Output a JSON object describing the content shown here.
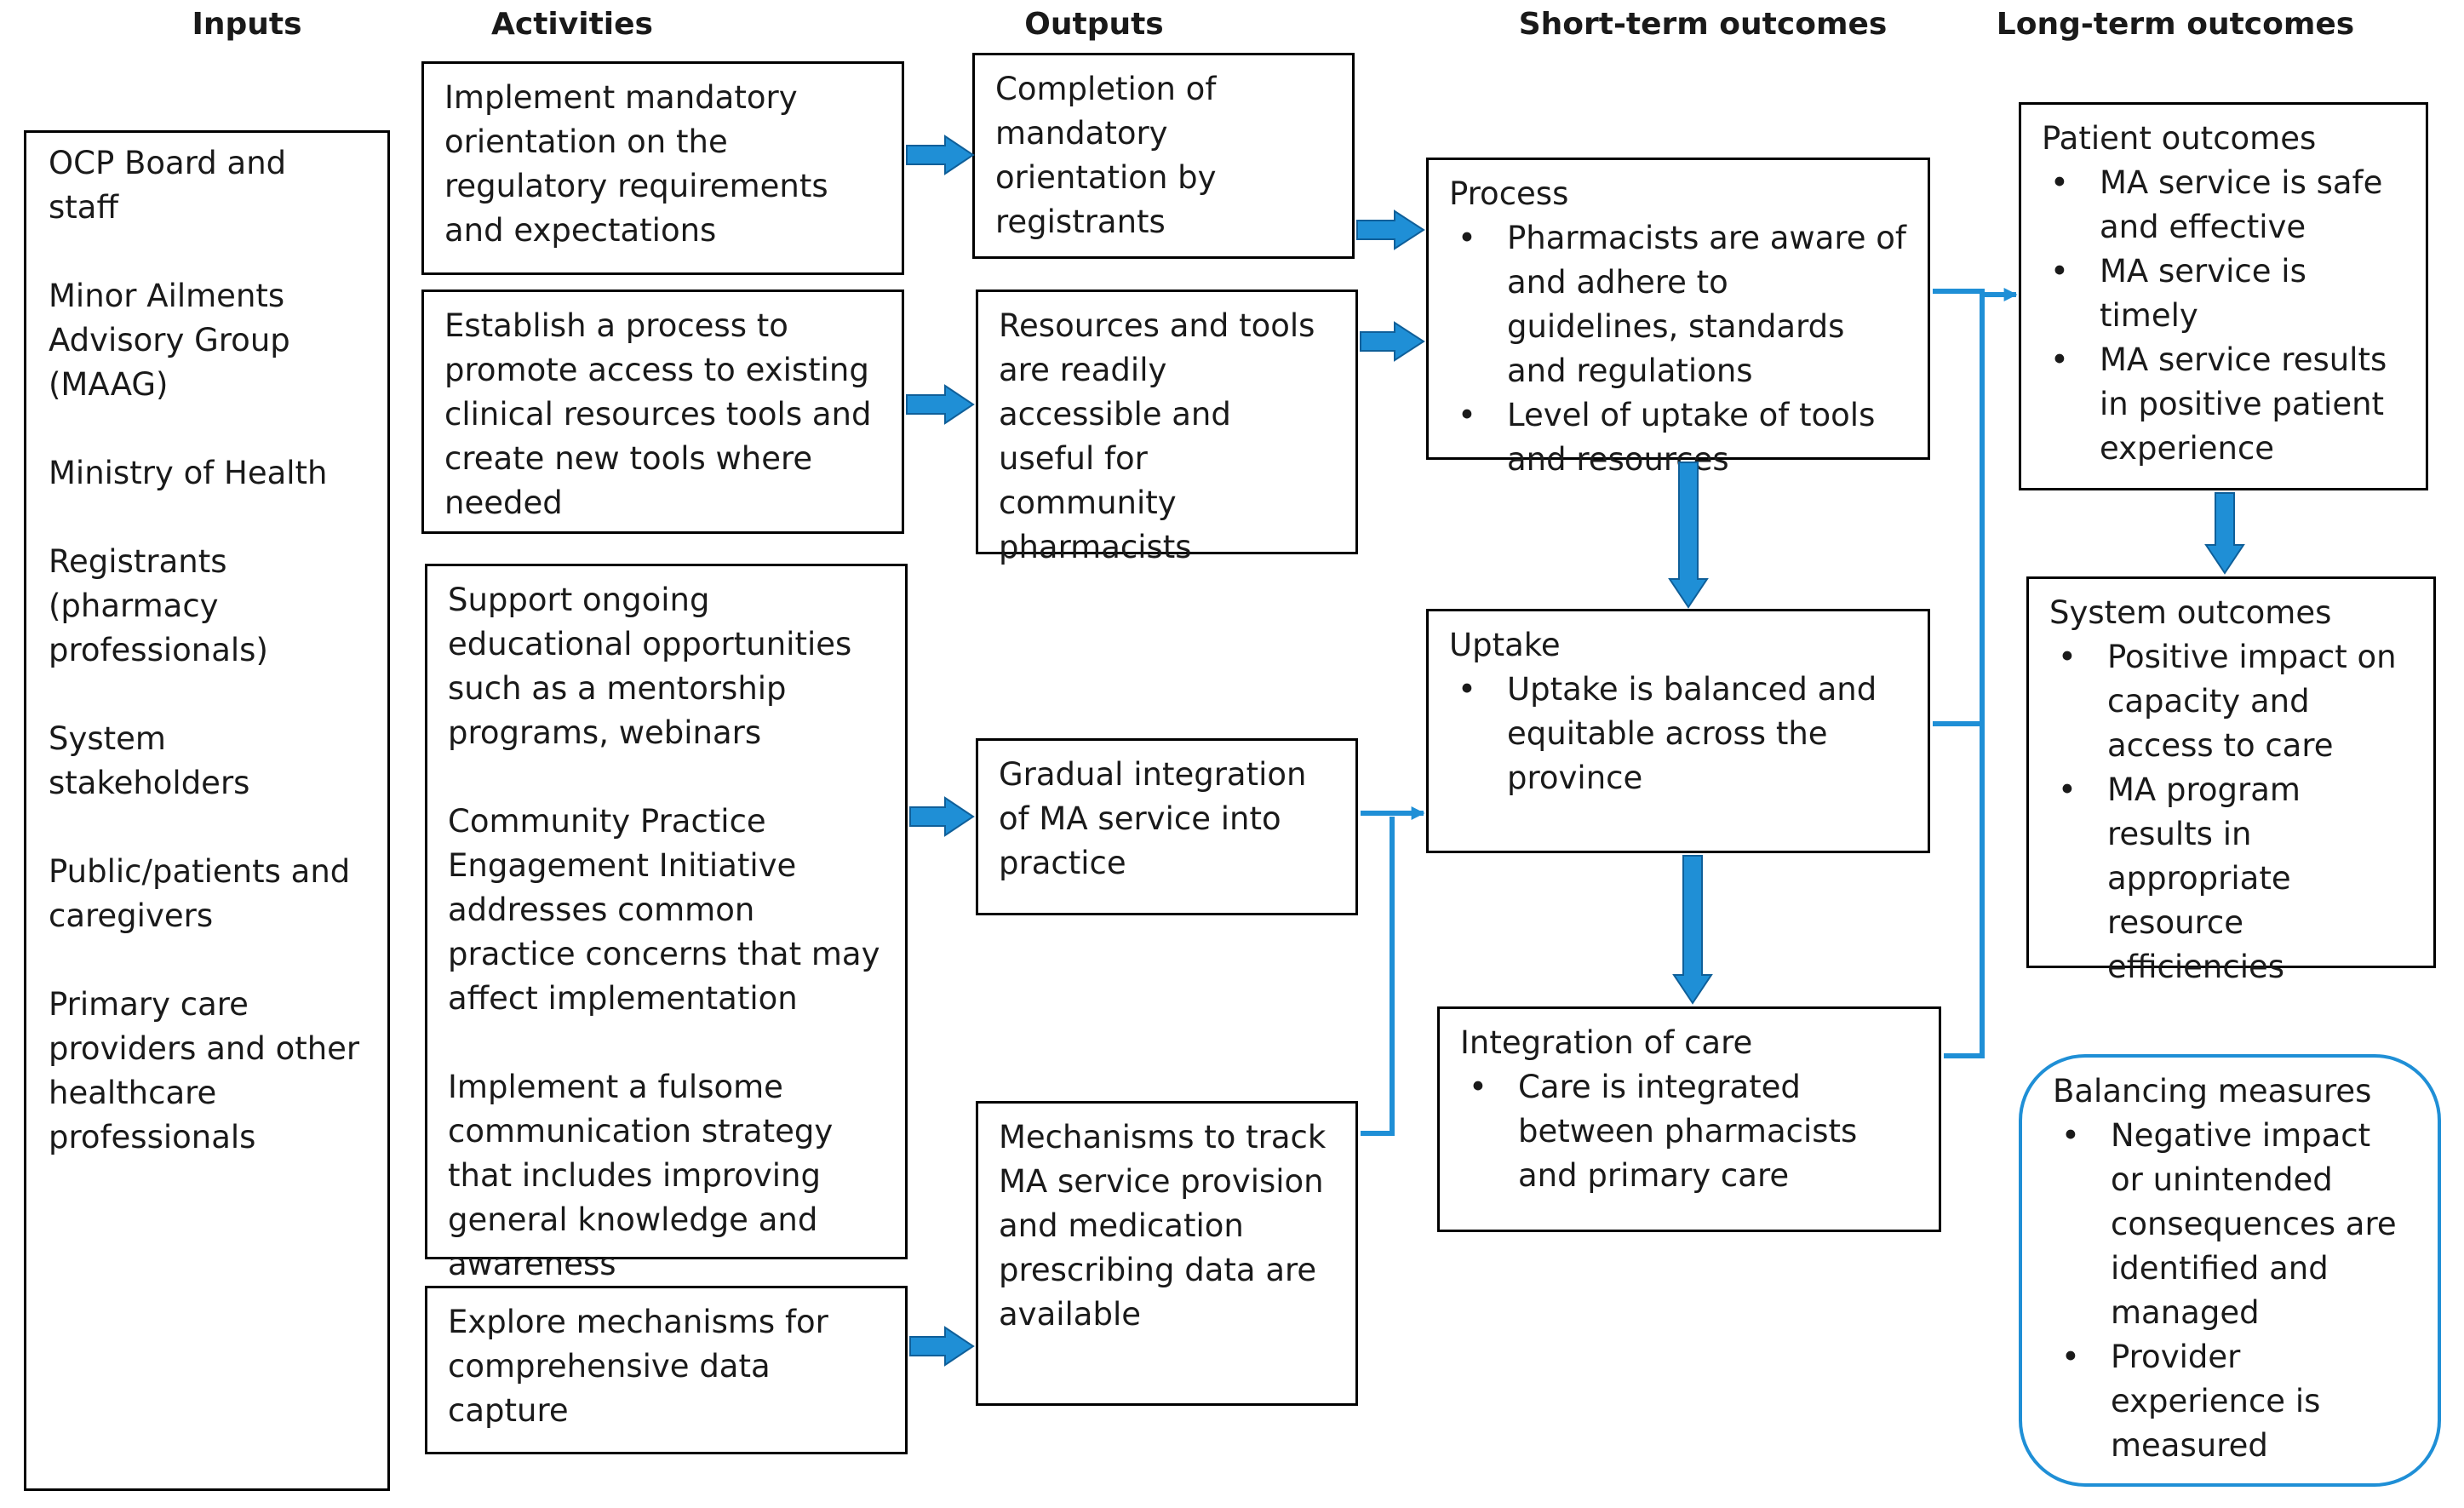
{
  "headers": {
    "inputs": "Inputs",
    "activities": "Activities",
    "outputs": "Outputs",
    "short_term": "Short-term outcomes",
    "long_term": "Long-term outcomes"
  },
  "inputs": [
    "OCP Board and staff",
    "Minor Ailments Advisory Group (MAAG)",
    "Ministry of Health",
    "Registrants (pharmacy professionals)",
    "System stakeholders",
    "Public/patients and caregivers",
    "Primary care providers and other healthcare professionals"
  ],
  "activities": {
    "orientation": "Implement mandatory orientation on the regulatory requirements and expectations",
    "resources": "Establish a process to promote access to existing clinical resources tools and create new tools where needed",
    "education": [
      "Support ongoing educational opportunities such as a mentorship programs, webinars",
      "Community Practice Engagement Initiative addresses common practice concerns that may affect implementation",
      "Implement a fulsome communication strategy that includes improving general knowledge and awareness"
    ],
    "data_capture": "Explore mechanisms for comprehensive data capture"
  },
  "outputs": {
    "orientation": "Completion of mandatory orientation by registrants",
    "resources": "Resources and tools are readily accessible and useful for community pharmacists",
    "integration": "Gradual integration of MA service into practice",
    "tracking": "Mechanisms to track MA service provision and medication prescribing data are available"
  },
  "short_term": {
    "process": {
      "title": "Process",
      "bullets": [
        "Pharmacists are aware of and adhere to guidelines, standards and regulations",
        "Level of uptake of tools and resources"
      ]
    },
    "uptake": {
      "title": "Uptake",
      "bullets": [
        "Uptake is balanced and equitable across the province"
      ]
    },
    "integration": {
      "title": "Integration of care",
      "bullets": [
        "Care is integrated between pharmacists and primary care"
      ]
    }
  },
  "long_term": {
    "patient": {
      "title": "Patient outcomes",
      "bullets": [
        "MA service is safe and effective",
        "MA service is timely",
        "MA service results in positive patient experience"
      ]
    },
    "system": {
      "title": "System outcomes",
      "bullets": [
        "Positive impact on capacity and access to care",
        "MA program results in appropriate resource efficiencies"
      ]
    },
    "balancing": {
      "title": "Balancing measures",
      "bullets": [
        "Negative impact or unintended consequences are identified and managed",
        "Provider experience is measured"
      ]
    }
  },
  "colors": {
    "arrow": "#1f8fd6",
    "border": "#000000",
    "text": "#1a1a1a"
  }
}
